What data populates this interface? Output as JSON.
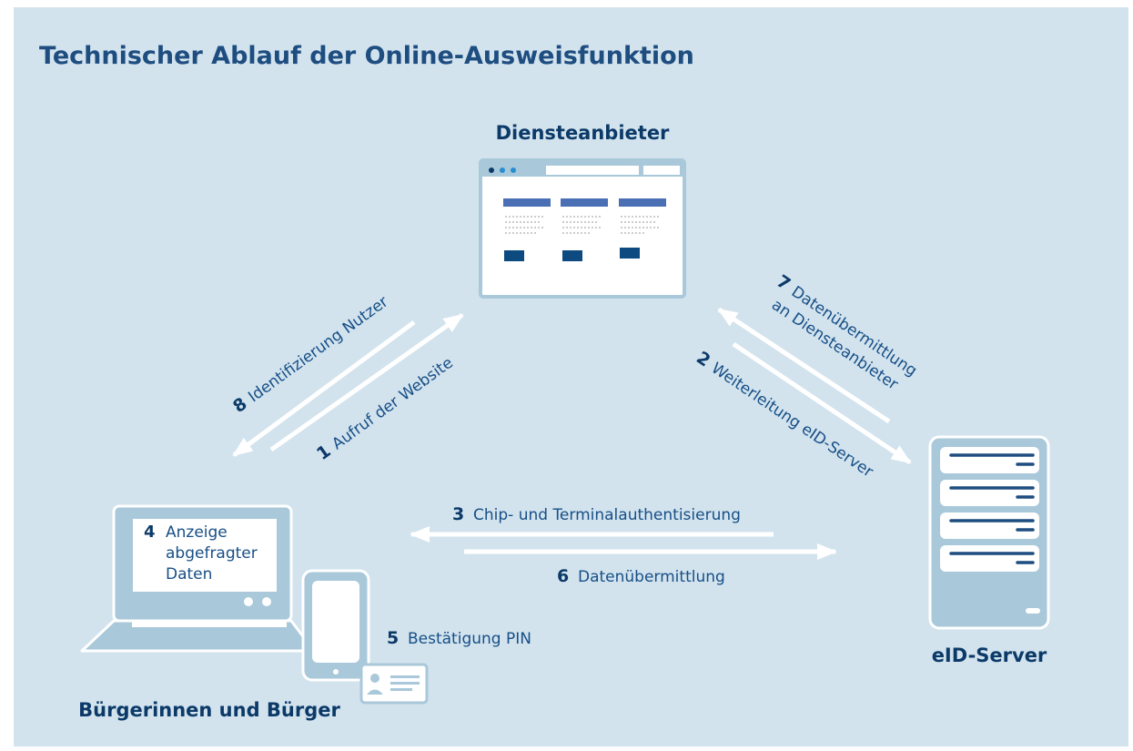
{
  "title": "Technischer Ablauf der Online-Ausweisfunktion",
  "nodes": {
    "provider": "Diensteanbieter",
    "server": "eID-Server",
    "citizens": "Bürgerinnen und Bürger"
  },
  "steps": [
    {
      "num": "1",
      "label": "Aufruf der Website"
    },
    {
      "num": "2",
      "label": "Weiterleitung eID-Server"
    },
    {
      "num": "3",
      "label": "Chip- und Terminalauthentisierung"
    },
    {
      "num": "4",
      "label_lines": [
        "Anzeige",
        "abgefragter",
        "Daten"
      ]
    },
    {
      "num": "5",
      "label": "Bestätigung PIN"
    },
    {
      "num": "6",
      "label": "Datenübermittlung"
    },
    {
      "num": "7",
      "label_lines": [
        "Datenübermittlung",
        "an Diensteanbieter"
      ]
    },
    {
      "num": "8",
      "label": "Identifizierung Nutzer"
    }
  ],
  "colors": {
    "background": "#d2e3ee",
    "icon_fill": "#a9c8da",
    "dark_blue": "#0c3a68",
    "arrow": "#ffffff"
  }
}
